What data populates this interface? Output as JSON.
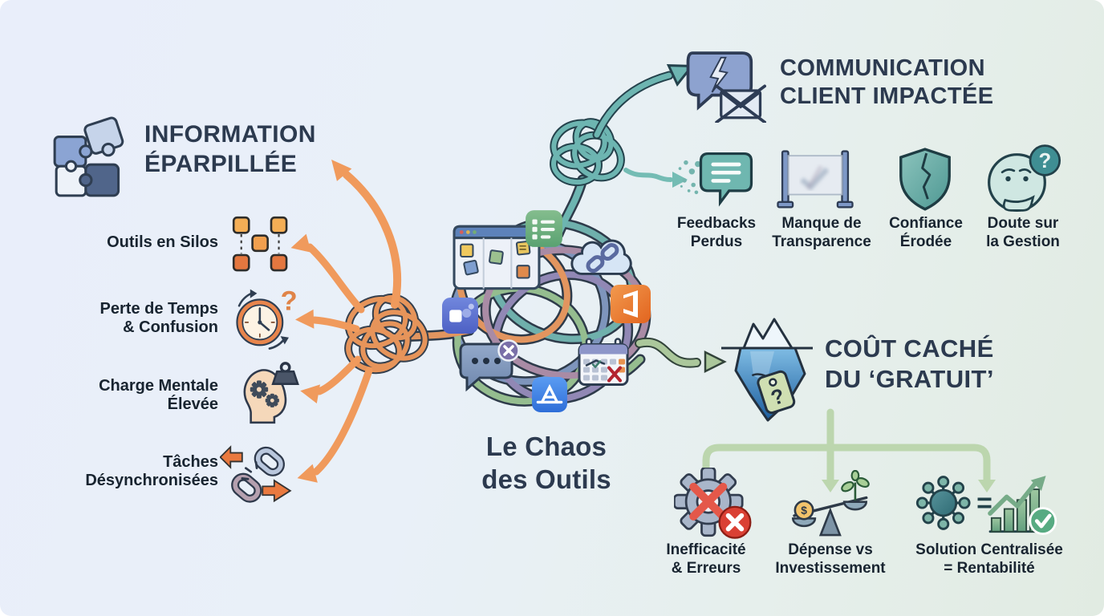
{
  "canvas": {
    "bg_left": "#e9eefa",
    "bg_right": "#e1ebe2"
  },
  "colors": {
    "heading": "#2c3a4f",
    "label": "#182430",
    "orange": "#f09a5c",
    "teal": "#6db5b1",
    "green": "#abc79b",
    "light_green": "#bcd6ae"
  },
  "center": {
    "title": "Le Chaos\ndes Outils",
    "icons": [
      "kanban-board-icon",
      "tasks-list-icon",
      "cloud-link-icon",
      "office-suite-icon",
      "teams-app-icon",
      "chat-error-icon",
      "app-store-icon",
      "calendar-conflict-icon",
      "tangle-knot"
    ]
  },
  "left_section": {
    "title": "INFORMATION\nÉPARPILLÉE",
    "icon": "puzzle-pieces-icon",
    "items": [
      {
        "label": "Outils en Silos",
        "icon": "silos-grid-icon"
      },
      {
        "label": "Perte de Temps\n& Confusion",
        "icon": "clock-question-icon"
      },
      {
        "label": "Charge Mentale\nÉlevée",
        "icon": "mental-load-icon"
      },
      {
        "label": "Tâches\nDésynchronisées",
        "icon": "broken-chain-icon"
      }
    ]
  },
  "top_right_section": {
    "title": "COMMUNICATION\nCLIENT IMPACTÉE",
    "icon": "broken-message-icon",
    "items": [
      {
        "label": "Feedbacks\nPerdus",
        "icon": "dissolving-feedback-icon"
      },
      {
        "label": "Manque de\nTransparence",
        "icon": "frosted-panel-icon"
      },
      {
        "label": "Confiance\nÉrodée",
        "icon": "cracked-shield-icon"
      },
      {
        "label": "Doute sur\nla Gestion",
        "icon": "doubt-face-icon"
      }
    ]
  },
  "bottom_right_section": {
    "title": "COÛT CACHÉ\nDU ‘GRATUIT’",
    "icon": "iceberg-price-icon",
    "items": [
      {
        "label": "Inefficacité\n& Erreurs",
        "icon": "gear-error-icon"
      },
      {
        "label": "Dépense vs\nInvestissement",
        "icon": "balance-scale-icon"
      },
      {
        "label": "Solution Centralisée\n= Rentabilité",
        "icon": "centralized-solution-icon"
      }
    ]
  }
}
